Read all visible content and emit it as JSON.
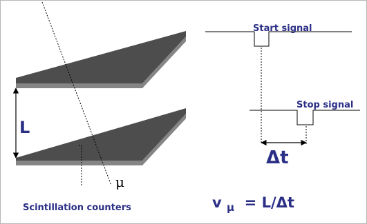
{
  "labels": {
    "start_signal": "Start signal",
    "stop_signal": "Stop signal",
    "length": "L",
    "delta_t": "Δt",
    "muon": "μ",
    "counters": "Scintillation counters",
    "formula_lhs": "v",
    "formula_sub": "μ",
    "formula_rhs": " = L/Δt"
  },
  "colors": {
    "label_text": "#2b2f86",
    "slab_top": "#4d4d4d",
    "slab_edge": "#858585",
    "lines": "#000000"
  }
}
